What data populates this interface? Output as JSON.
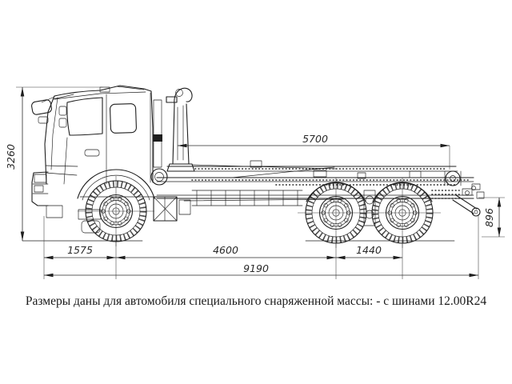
{
  "drawing": {
    "subject": "hooklift-truck-chassis-side-view",
    "background": "#ffffff",
    "line_color": "#1f1f1f"
  },
  "dimensions": {
    "overall_height": "3260",
    "equipment_length": "5700",
    "rear_frame_height": "896",
    "front_overhang": "1575",
    "wheelbase": "4600",
    "rear_bogie_spacing": "1440",
    "overall_length": "9190"
  },
  "caption": {
    "text": "Размеры даны для автомобиля специального снаряженной массы: - с шинами 12.00R24"
  }
}
